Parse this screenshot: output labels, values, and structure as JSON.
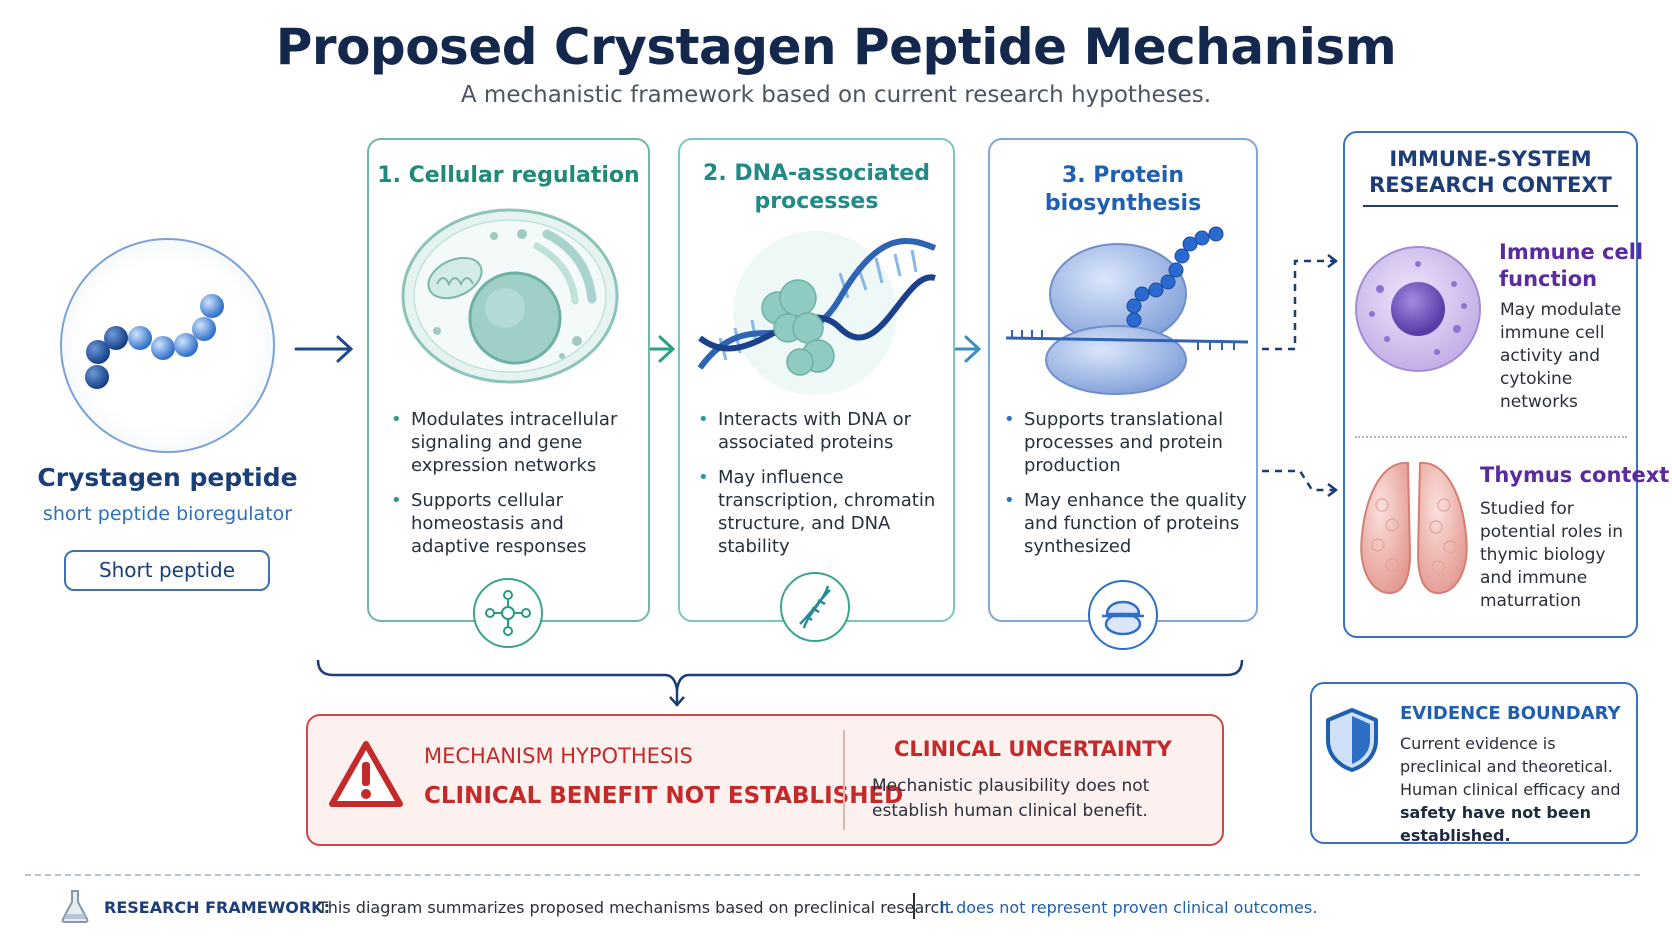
{
  "title": "Proposed Crystagen Peptide Mechanism",
  "subtitle": "A mechanistic framework based on current research hypotheses.",
  "peptide": {
    "name": "Crystagen peptide",
    "subtitle": "short peptide bioregulator",
    "tag": "Short peptide"
  },
  "steps": [
    {
      "title_line1": "1. Cellular regulation",
      "title_line2": "",
      "bullets": [
        "Modulates intracellular signaling and gene expression networks",
        "Supports cellular homeostasis and adaptive responses"
      ],
      "icon": "network-icon"
    },
    {
      "title_line1": "2. DNA-associated",
      "title_line2": "processes",
      "bullets": [
        "Interacts with DNA or associated proteins",
        "May influence transcription, chromatin structure, and DNA stability"
      ],
      "icon": "dna-icon"
    },
    {
      "title_line1": "3. Protein biosynthesis",
      "title_line2": "",
      "bullets": [
        "Supports translational processes and protein production",
        "May enhance the quality and function of proteins synthesized"
      ],
      "icon": "ribosome-icon"
    }
  ],
  "immune": {
    "title_line1": "IMMUNE-SYSTEM",
    "title_line2": "RESEARCH CONTEXT",
    "cell": {
      "heading_line1": "Immune cell",
      "heading_line2": "function",
      "text": "May modulate immune cell activity and cytokine networks"
    },
    "thymus": {
      "heading": "Thymus context",
      "text": "Studied for potential roles in thymic biology and immune maturration"
    }
  },
  "warning": {
    "label1": "MECHANISM HYPOTHESIS",
    "label2": "CLINICAL BENEFIT NOT ESTABLISHED",
    "uncertainty_heading": "CLINICAL UNCERTAINTY",
    "uncertainty_text": "Mechanistic plausibility does not establish human clinical benefit."
  },
  "evidence": {
    "heading": "EVIDENCE BOUNDARY",
    "text_plain": "Current evidence is preclinical and theoretical. Human clinical efficacy and ",
    "text_bold": "safety have not been established."
  },
  "footer": {
    "label": "RESEARCH FRAMEWORK:",
    "text1": "This diagram summarizes proposed mechanisms based on preclinical research.",
    "text2": "It does not represent proven clinical outcomes."
  },
  "colors": {
    "title": "#14284d",
    "teal": "#1f8a78",
    "blue": "#1f5fb0",
    "purple": "#5a2a9e",
    "warning_red": "#c42a2a"
  }
}
